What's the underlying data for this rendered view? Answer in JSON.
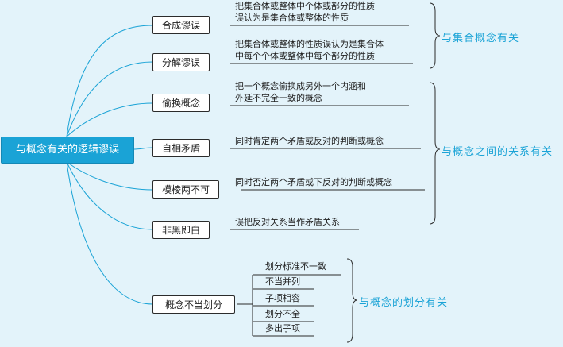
{
  "root": {
    "label": "与概念有关的逻辑谬误"
  },
  "fallacies": [
    {
      "label": "合成谬误",
      "desc": [
        "把集合体或整体中个体或部分的性质",
        "误认为是集合体或整体的性质"
      ]
    },
    {
      "label": "分解谬误",
      "desc": [
        "把集合体或整体的性质误认为是集合体",
        "中每个个体或整体中每个部分的性质"
      ]
    },
    {
      "label": "偷换概念",
      "desc": [
        "把一个概念偷换成另外一个内涵和",
        "外延不完全一致的概念"
      ]
    },
    {
      "label": "自相矛盾",
      "desc": [
        "同时肯定两个矛盾或反对的判断或概念"
      ]
    },
    {
      "label": "模棱两不可",
      "desc": [
        "同时否定两个矛盾或下反对的判断或概念"
      ]
    },
    {
      "label": "非黑即白",
      "desc": [
        "误把反对关系当作矛盾关系"
      ]
    },
    {
      "label": "概念不当划分",
      "desc": []
    }
  ],
  "division_errors": [
    "划分标准不一致",
    "不当并列",
    "子项相容",
    "划分不全",
    "多出子项"
  ],
  "groups": {
    "set": "与集合概念有关",
    "between": "与概念之间的关系有关",
    "division": "与概念的划分有关"
  },
  "colors": {
    "accent": "#1aa3d6",
    "background": "#e3f3fa",
    "line": "#2b2b2b"
  }
}
